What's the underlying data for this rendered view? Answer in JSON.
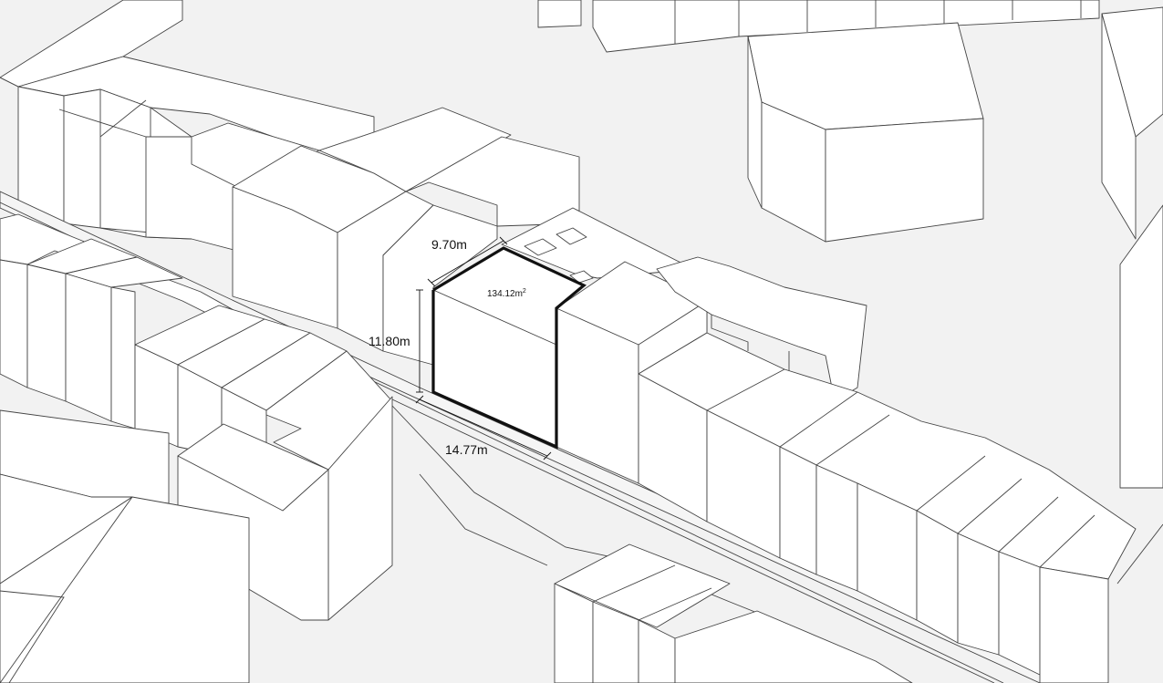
{
  "annotations": {
    "width_label": "9.70m",
    "height_label": "11.80m",
    "depth_label": "14.77m",
    "area_value": "134.12m",
    "area_sup": "2"
  }
}
